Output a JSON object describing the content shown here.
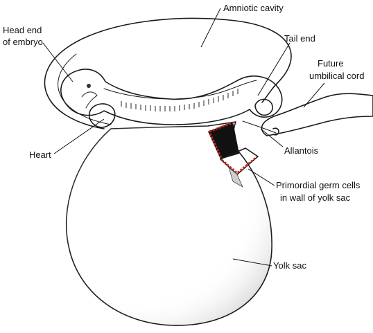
{
  "labels": {
    "amniotic_cavity": "Amniotic cavity",
    "head_end_line1": "Head end",
    "head_end_line2": "of embryo",
    "tail_end": "Tail end",
    "future_umbilical_line1": "Future",
    "future_umbilical_line2": "umbilical cord",
    "heart": "Heart",
    "allantois": "Allantois",
    "pgc_line1": "Primordial germ cells",
    "pgc_line2": "in wall of yolk sac",
    "yolk_sac": "Yolk sac"
  },
  "colors": {
    "ink": "#1a1a1a",
    "germ_cell_wall": "#c8281e",
    "stipple_fill": "#eeeeee"
  }
}
